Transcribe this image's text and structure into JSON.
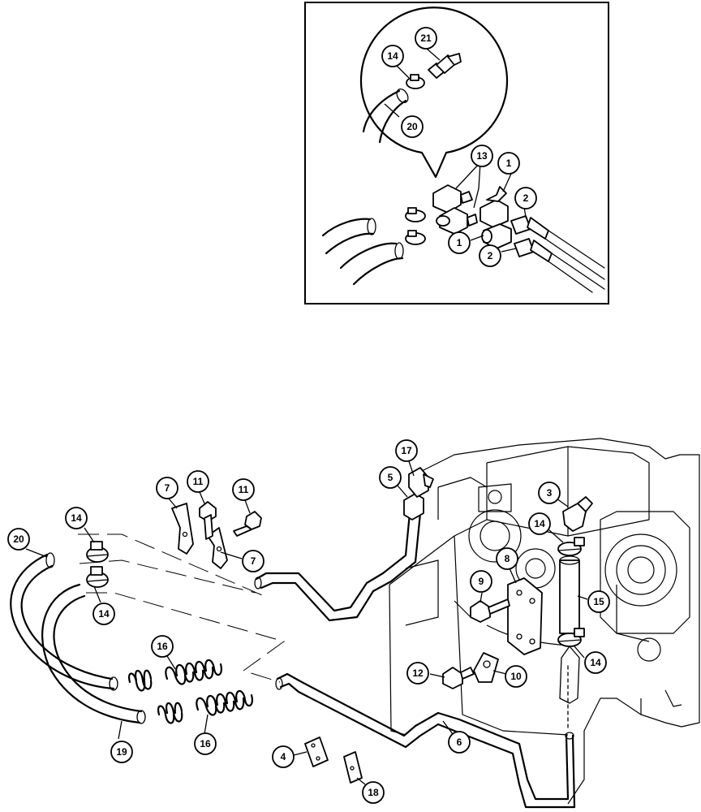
{
  "callouts": {
    "inset_21": "21",
    "inset_14": "14",
    "inset_20": "20",
    "inset_13": "13",
    "inset_1_top": "1",
    "inset_2_top": "2",
    "inset_1_bottom": "1",
    "inset_2_bottom": "2",
    "main_17": "17",
    "main_5": "5",
    "main_7_top": "7",
    "main_11_left": "11",
    "main_11_right": "11",
    "main_7_bottom": "7",
    "main_3": "3",
    "main_14_right_top": "14",
    "main_8": "8",
    "main_9": "9",
    "main_15": "15",
    "main_14_right_bottom": "14",
    "main_20": "20",
    "main_14_left_top": "14",
    "main_14_left_bottom": "14",
    "main_16_top": "16",
    "main_16_bottom": "16",
    "main_12": "12",
    "main_10": "10",
    "main_6": "6",
    "main_19": "19",
    "main_4": "4",
    "main_18": "18"
  }
}
